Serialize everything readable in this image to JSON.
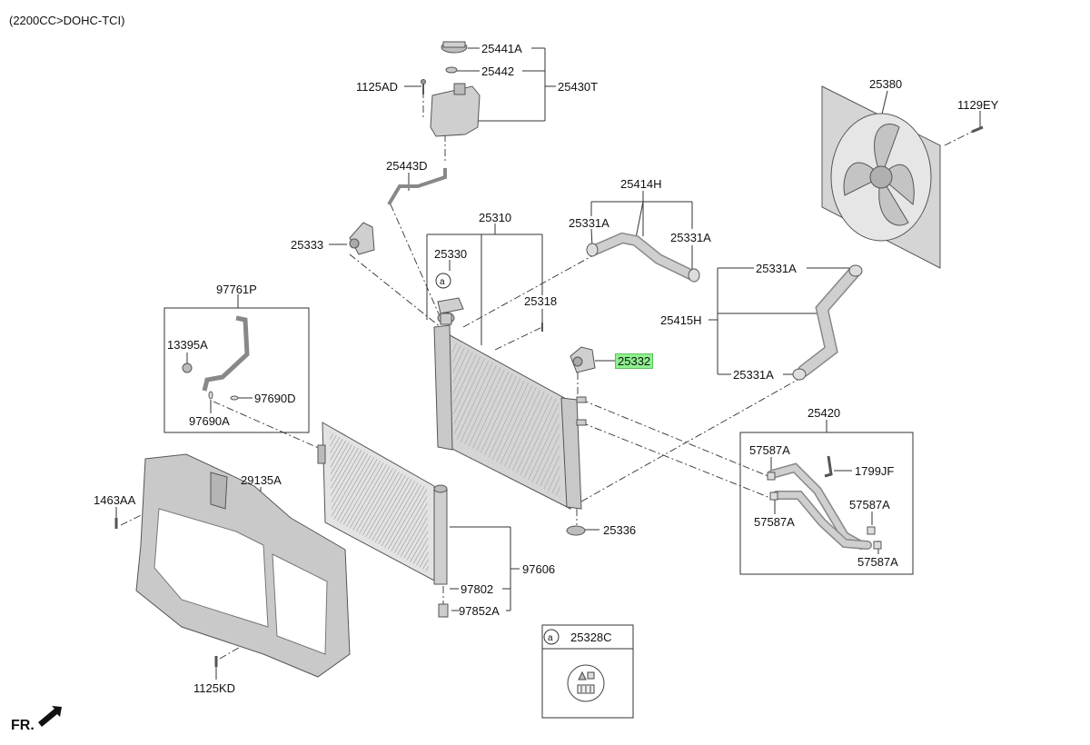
{
  "header": {
    "engine": "(2200CC>DOHC-TCI)"
  },
  "direction": {
    "label": "FR."
  },
  "labels": {
    "p25441A": "25441A",
    "p25442": "25442",
    "p25430T": "25430T",
    "p1125AD": "1125AD",
    "p25443D": "25443D",
    "p25380": "25380",
    "p1129EY": "1129EY",
    "p25414H": "25414H",
    "p25331A_1": "25331A",
    "p25331A_2": "25331A",
    "p25331A_3": "25331A",
    "p25331A_4": "25331A",
    "p25415H": "25415H",
    "p25310": "25310",
    "p25333": "25333",
    "p25330": "25330",
    "p25318": "25318",
    "p25332": "25332",
    "p97761P": "97761P",
    "p13395A": "13395A",
    "p97690D": "97690D",
    "p97690A": "97690A",
    "p29135A": "29135A",
    "p1463AA": "1463AA",
    "p1125KD": "1125KD",
    "p25336": "25336",
    "p97606": "97606",
    "p97802": "97802",
    "p97852A": "97852A",
    "p25420": "25420",
    "p57587A_1": "57587A",
    "p57587A_2": "57587A",
    "p57587A_3": "57587A",
    "p57587A_4": "57587A",
    "p1799JF": "1799JF",
    "p25328C": "25328C"
  },
  "callouts": {
    "a1": "a",
    "a2": "a"
  },
  "colors": {
    "highlight": "#8ef08e",
    "part_fill": "#cfcfcf",
    "part_stroke": "#555555"
  }
}
